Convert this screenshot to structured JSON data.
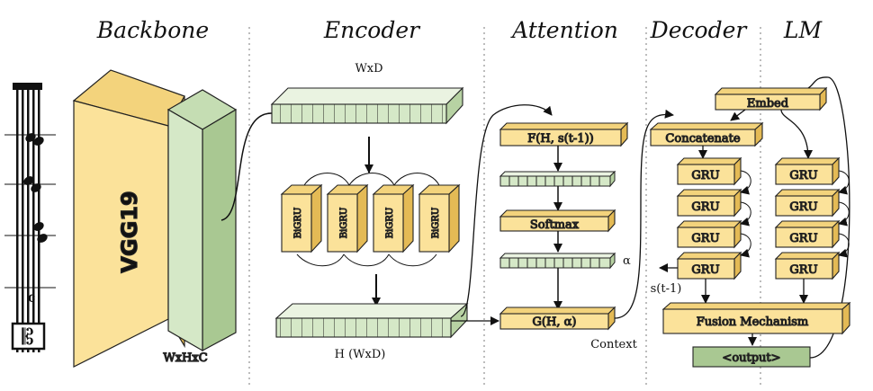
{
  "sections": {
    "backbone": "Backbone",
    "encoder": "Encoder",
    "attention": "Attention",
    "decoder": "Decoder",
    "lm": "LM"
  },
  "backbone": {
    "vgg_label": "VGG19",
    "feature_label": "WxHxC",
    "clef_glyph": "𝄡"
  },
  "encoder": {
    "input_label": "WxD",
    "bigru_label": "BiGRU",
    "output_label": "H (WxD)"
  },
  "attention": {
    "f_label": "F(H, s(t-1))",
    "softmax_label": "Softmax",
    "alpha_label": "α",
    "g_label": "G(H, α)",
    "context_label": "Context"
  },
  "decoder": {
    "concat_label": "Concatenate",
    "gru_label": "GRU",
    "state_label": "s(t-1)",
    "fusion_label": "Fusion Mechanism",
    "output_label": "<output>"
  },
  "lm": {
    "embed_label": "Embed",
    "gru_label": "GRU"
  },
  "colors": {
    "yellow": "#FBE29A",
    "yellow_dark": "#E9C35A",
    "green": "#D5E8C7",
    "green_dark": "#A9C892",
    "stroke": "#222222"
  }
}
